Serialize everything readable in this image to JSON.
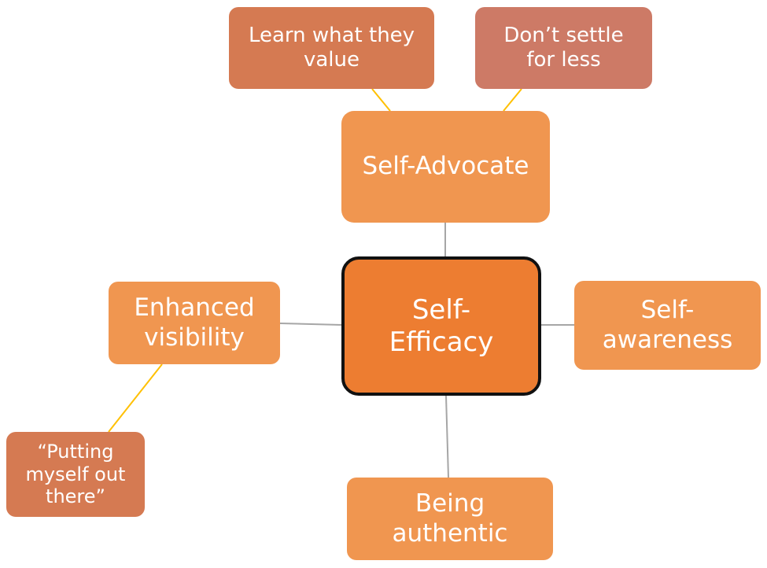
{
  "colors": {
    "center": "#ed7d31",
    "primary_node": "#f09650",
    "secondary_node": "#d57a52",
    "secondary_node_alt": "#cd7a66",
    "connector_gray": "#a6a6a6",
    "connector_gold": "#ffc000",
    "text": "#ffffff",
    "center_border": "#111111"
  },
  "nodes": {
    "center": {
      "text": "Self-\nEfficacy"
    },
    "advocate": {
      "text": "Self-Advocate"
    },
    "learn": {
      "text": "Learn what they\nvalue"
    },
    "settle": {
      "text": "Don’t settle\nfor less"
    },
    "visibility": {
      "text": "Enhanced\nvisibility"
    },
    "awareness": {
      "text": "Self-\nawareness"
    },
    "authentic": {
      "text": "Being\nauthentic"
    },
    "putting": {
      "text": "“Putting\nmyself out\nthere”"
    }
  }
}
